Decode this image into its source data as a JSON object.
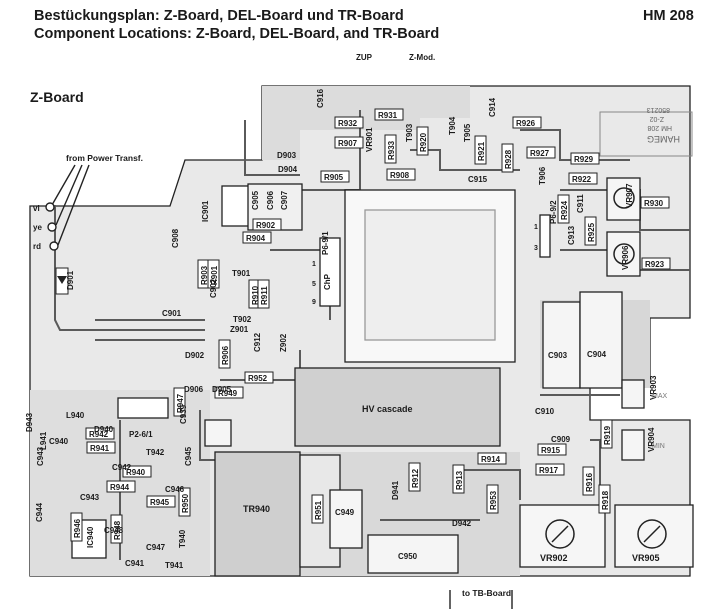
{
  "title_de": "Bestückungsplan: Z-Board, DEL-Board und TR-Board",
  "title_en": "Component Locations: Z-Board, DEL-Board, and TR-Board",
  "model": "HM 208",
  "board_label": "Z-Board",
  "labels": {
    "zup": "ZUP",
    "zmod": "Z-Mod.",
    "from_power": "from Power Transf.",
    "vi": "vi",
    "ye": "ye",
    "rd": "rd",
    "hv": "HV cascade",
    "tr_board": "to TB-Board",
    "max": "MAX",
    "min": "MIN"
  },
  "resistors": [
    {
      "id": "r932",
      "label": "R932"
    },
    {
      "id": "r931",
      "label": "R931"
    },
    {
      "id": "r907",
      "label": "R907"
    },
    {
      "id": "r926",
      "label": "R926"
    },
    {
      "id": "r927",
      "label": "R927"
    },
    {
      "id": "r929",
      "label": "R929"
    },
    {
      "id": "r922",
      "label": "R922"
    },
    {
      "id": "r930",
      "label": "R930"
    },
    {
      "id": "r923",
      "label": "R923"
    },
    {
      "id": "r905",
      "label": "R905"
    },
    {
      "id": "r908",
      "label": "R908"
    },
    {
      "id": "r902",
      "label": "R902"
    },
    {
      "id": "r904",
      "label": "R904"
    },
    {
      "id": "r949",
      "label": "R949"
    },
    {
      "id": "r952",
      "label": "R952"
    },
    {
      "id": "r942",
      "label": "R942"
    },
    {
      "id": "r941",
      "label": "R941"
    },
    {
      "id": "r940",
      "label": "R940"
    },
    {
      "id": "r944",
      "label": "R944"
    },
    {
      "id": "r945",
      "label": "R945"
    },
    {
      "id": "r914",
      "label": "R914"
    },
    {
      "id": "r915",
      "label": "R915"
    },
    {
      "id": "r917",
      "label": "R917"
    },
    {
      "id": "r946",
      "label": "R946"
    },
    {
      "id": "r933",
      "label": "R933"
    },
    {
      "id": "r920",
      "label": "R920"
    },
    {
      "id": "r921",
      "label": "R921"
    },
    {
      "id": "r928",
      "label": "R928"
    },
    {
      "id": "r924",
      "label": "R924"
    },
    {
      "id": "r925",
      "label": "R925"
    },
    {
      "id": "r903",
      "label": "R903"
    },
    {
      "id": "r901",
      "label": "R901"
    },
    {
      "id": "r910",
      "label": "R910"
    },
    {
      "id": "r911",
      "label": "R911"
    },
    {
      "id": "r906",
      "label": "R906"
    },
    {
      "id": "r947",
      "label": "R947"
    },
    {
      "id": "r950",
      "label": "R950"
    },
    {
      "id": "r948",
      "label": "R948"
    },
    {
      "id": "r951",
      "label": "R951"
    },
    {
      "id": "r912",
      "label": "R912"
    },
    {
      "id": "r913",
      "label": "R913"
    },
    {
      "id": "r953",
      "label": "R953"
    },
    {
      "id": "r916",
      "label": "R916"
    },
    {
      "id": "r918",
      "label": "R918"
    },
    {
      "id": "r919",
      "label": "R919"
    }
  ],
  "capacitors": [
    {
      "id": "c916",
      "label": "C916"
    },
    {
      "id": "c914",
      "label": "C914"
    },
    {
      "id": "c915",
      "label": "C915"
    },
    {
      "id": "c911",
      "label": "C911"
    },
    {
      "id": "c913",
      "label": "C913"
    },
    {
      "id": "c905",
      "label": "C905"
    },
    {
      "id": "c906",
      "label": "C906"
    },
    {
      "id": "c907",
      "label": "C907"
    },
    {
      "id": "c908",
      "label": "C908"
    },
    {
      "id": "c901",
      "label": "C901"
    },
    {
      "id": "c902",
      "label": "C902"
    },
    {
      "id": "c912",
      "label": "C912"
    },
    {
      "id": "c903",
      "label": "C903"
    },
    {
      "id": "c904",
      "label": "C904"
    },
    {
      "id": "c910",
      "label": "C910"
    },
    {
      "id": "c909",
      "label": "C909"
    },
    {
      "id": "c939",
      "label": "C939"
    },
    {
      "id": "c940",
      "label": "C940"
    },
    {
      "id": "c945",
      "label": "C945"
    },
    {
      "id": "c942",
      "label": "C942"
    },
    {
      "id": "c943",
      "label": "C943"
    },
    {
      "id": "c944",
      "label": "C944"
    },
    {
      "id": "c946",
      "label": "C946"
    },
    {
      "id": "c947",
      "label": "C947"
    },
    {
      "id": "c941",
      "label": "C941"
    },
    {
      "id": "c948",
      "label": "C948"
    },
    {
      "id": "c949",
      "label": "C949"
    },
    {
      "id": "c950",
      "label": "C950"
    },
    {
      "id": "c943b",
      "label": "C943"
    }
  ],
  "diodes": [
    {
      "id": "d901",
      "label": "D901"
    },
    {
      "id": "d903",
      "label": "D903"
    },
    {
      "id": "d904",
      "label": "D904"
    },
    {
      "id": "d902",
      "label": "D902"
    },
    {
      "id": "d906",
      "label": "D906"
    },
    {
      "id": "d905",
      "label": "D905"
    },
    {
      "id": "d941",
      "label": "D941"
    },
    {
      "id": "d942",
      "label": "D942"
    },
    {
      "id": "d940",
      "label": "D940"
    },
    {
      "id": "d943",
      "label": "D943"
    }
  ],
  "transistors": [
    {
      "id": "t901",
      "label": "T901"
    },
    {
      "id": "t902",
      "label": "T902"
    },
    {
      "id": "t903",
      "label": "T903"
    },
    {
      "id": "t904",
      "label": "T904"
    },
    {
      "id": "t905",
      "label": "T905"
    },
    {
      "id": "t906",
      "label": "T906"
    },
    {
      "id": "t940",
      "label": "T940"
    },
    {
      "id": "t941",
      "label": "T941"
    },
    {
      "id": "t942",
      "label": "T942"
    }
  ],
  "other_parts": [
    {
      "id": "ic901",
      "label": "IC901"
    },
    {
      "id": "ic940",
      "label": "IC940"
    },
    {
      "id": "z901",
      "label": "Z901"
    },
    {
      "id": "z902",
      "label": "Z902"
    },
    {
      "id": "l940",
      "label": "L940"
    },
    {
      "id": "l941",
      "label": "L941"
    },
    {
      "id": "vr901",
      "label": "VR901"
    },
    {
      "id": "vr902",
      "label": "VR902"
    },
    {
      "id": "vr903",
      "label": "VR903"
    },
    {
      "id": "vr904",
      "label": "VR904"
    },
    {
      "id": "vr905",
      "label": "VR905"
    },
    {
      "id": "vr906",
      "label": "VR906"
    },
    {
      "id": "vr907",
      "label": "VR907"
    },
    {
      "id": "tr940",
      "label": "TR940"
    },
    {
      "id": "p2",
      "label": "P2-6/1"
    },
    {
      "id": "p6a",
      "label": "P6-9/1"
    },
    {
      "id": "p6b",
      "label": "P6-9/2"
    },
    {
      "id": "chp",
      "label": "ChP"
    }
  ],
  "pin_numbers": [
    "1",
    "5",
    "9",
    "1",
    "3"
  ],
  "pcb_silkscreen": {
    "brand": "HAMEG",
    "model": "HM 208",
    "board": "Z-02",
    "code": "850213"
  }
}
